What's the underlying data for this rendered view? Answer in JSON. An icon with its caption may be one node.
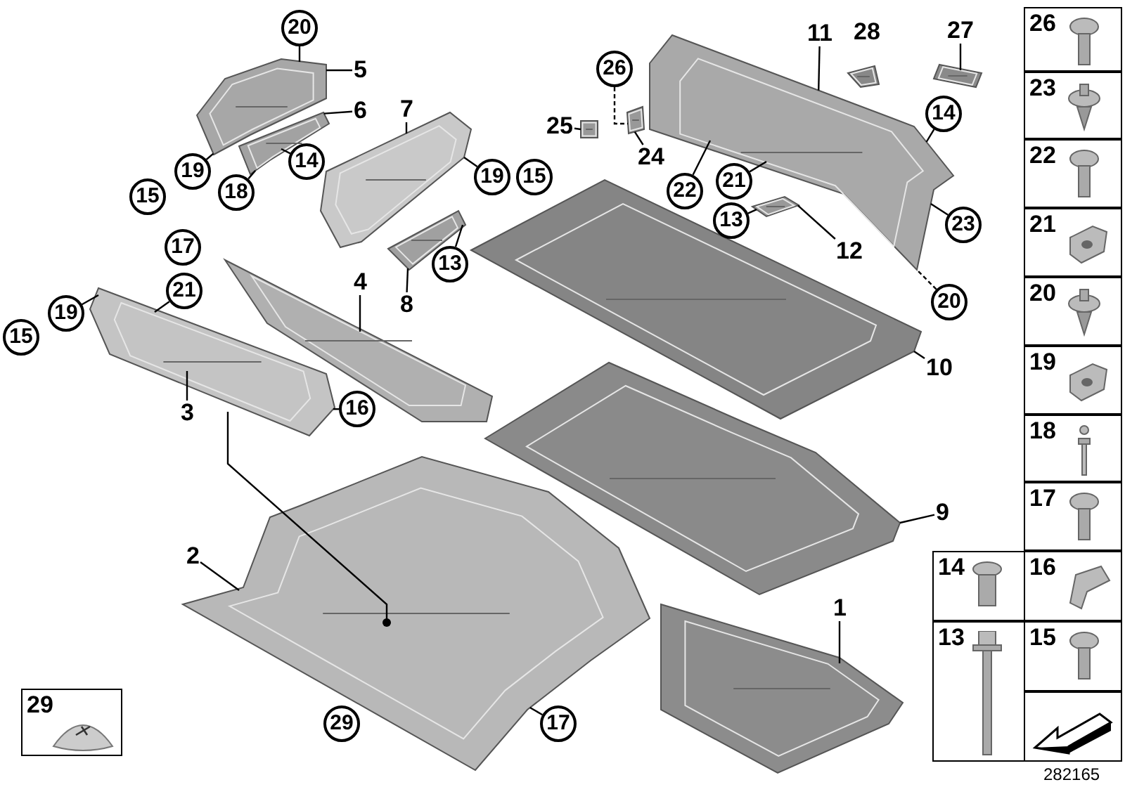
{
  "diagram": {
    "nodes": [
      {
        "text": [
          "20"
        ]
      },
      {
        "text": [
          "5"
        ]
      },
      {
        "text": [
          "6"
        ]
      },
      {
        "text": [
          "7"
        ]
      },
      {
        "text": [
          "11"
        ]
      },
      {
        "text": [
          "27"
        ]
      },
      {
        "text": [
          "26"
        ]
      },
      {
        "text": [
          "14"
        ]
      },
      {
        "text": [
          "25"
        ]
      },
      {
        "text": [
          "24"
        ]
      },
      {
        "text": [
          "19"
        ]
      },
      {
        "text": [
          "14"
        ]
      },
      {
        "text": [
          "19"
        ]
      },
      {
        "text": [
          "15"
        ]
      },
      {
        "text": [
          "21"
        ]
      },
      {
        "text": [
          "15"
        ]
      },
      {
        "text": [
          "18"
        ]
      },
      {
        "text": [
          "22"
        ]
      },
      {
        "text": [
          "23"
        ]
      },
      {
        "text": [
          "13"
        ]
      },
      {
        "text": [
          "17"
        ]
      },
      {
        "text": [
          "12"
        ]
      },
      {
        "text": [
          "13"
        ]
      },
      {
        "text": [
          "4"
        ]
      },
      {
        "text": [
          "21"
        ]
      },
      {
        "text": [
          "20"
        ]
      },
      {
        "text": [
          "8"
        ]
      },
      {
        "text": [
          "19"
        ]
      },
      {
        "text": [
          "15"
        ]
      },
      {
        "text": [
          "10"
        ]
      },
      {
        "text": [
          "16"
        ]
      },
      {
        "text": [
          "3"
        ]
      },
      {
        "text": [
          "9"
        ]
      },
      {
        "text": [
          "1"
        ]
      },
      {
        "text": [
          "2"
        ]
      },
      {
        "text": [
          "29"
        ]
      },
      {
        "text": [
          "17"
        ]
      },
      {
        "text": [
          "29"
        ]
      },
      {
        "text": [],
        "shape": "picture"
      },
      {
        "text": [],
        "shape": "picture"
      },
      {
        "text": [],
        "shape": "picture"
      },
      {
        "text": [],
        "shape": "picture"
      },
      {
        "text": [],
        "shape": "picture"
      },
      {
        "text": [],
        "shape": "picture"
      },
      {
        "text": [],
        "shape": "picture"
      },
      {
        "text": [],
        "shape": "picture"
      },
      {
        "text": [],
        "shape": "picture"
      },
      {
        "text": [],
        "shape": "picture"
      },
      {
        "text": [],
        "shape": "picture"
      },
      {
        "text": [],
        "shape": "picture"
      },
      {
        "text": [],
        "shape": "picture"
      },
      {
        "text": [],
        "shape": "picture"
      },
      {
        "text": [],
        "shape": "picture"
      },
      {
        "text": [],
        "shape": "picture"
      }
    ],
    "edges": [
      {
        "from": 0,
        "to": 39,
        "arrow": "none"
      },
      {
        "from": 1,
        "to": 39,
        "arrow": "none"
      },
      {
        "from": 2,
        "to": 42,
        "arrow": "none"
      },
      {
        "from": 3,
        "to": 45,
        "arrow": "none"
      },
      {
        "from": 4,
        "to": 38,
        "arrow": "none"
      },
      {
        "from": 5,
        "to": 40,
        "arrow": "none"
      },
      {
        "from": 6,
        "to": 43,
        "arrow": "none",
        "style": "dashed"
      },
      {
        "from": 7,
        "to": 38,
        "arrow": "none"
      },
      {
        "from": 8,
        "to": 44,
        "arrow": "none"
      },
      {
        "from": 9,
        "to": 43,
        "arrow": "none"
      },
      {
        "from": 10,
        "to": 39,
        "arrow": "none"
      },
      {
        "from": 11,
        "to": 42,
        "arrow": "none"
      },
      {
        "from": 12,
        "to": 45,
        "arrow": "none"
      },
      {
        "from": 14,
        "to": 38,
        "arrow": "none"
      },
      {
        "from": 16,
        "to": 42,
        "arrow": "none"
      },
      {
        "from": 17,
        "to": 38,
        "arrow": "none"
      },
      {
        "from": 18,
        "to": 38,
        "arrow": "none"
      },
      {
        "from": 19,
        "to": 46,
        "arrow": "none"
      },
      {
        "from": 21,
        "to": 46,
        "arrow": "none"
      },
      {
        "from": 22,
        "to": 47,
        "arrow": "none"
      },
      {
        "from": 23,
        "to": 49,
        "arrow": "none"
      },
      {
        "from": 24,
        "to": 50,
        "arrow": "none"
      },
      {
        "from": 25,
        "to": 38,
        "arrow": "none",
        "style": "dashed"
      },
      {
        "from": 26,
        "to": 47,
        "arrow": "none"
      },
      {
        "from": 27,
        "to": 50,
        "arrow": "none"
      },
      {
        "from": 29,
        "to": 48,
        "arrow": "none"
      },
      {
        "from": 30,
        "to": 50,
        "arrow": "none"
      },
      {
        "from": 31,
        "to": 50,
        "arrow": "none"
      },
      {
        "from": 32,
        "to": 51,
        "arrow": "none"
      },
      {
        "from": 33,
        "to": 53,
        "arrow": "none"
      },
      {
        "from": 34,
        "to": 52,
        "arrow": "none"
      },
      {
        "from": 36,
        "to": 52,
        "arrow": "none"
      },
      {
        "from": 50,
        "to": 52,
        "arrow": "other"
      }
    ],
    "labels": [
      "28",
      "26",
      "23",
      "22",
      "21",
      "20",
      "19",
      "18",
      "17",
      "14",
      "16",
      "13",
      "15",
      "282165"
    ]
  }
}
